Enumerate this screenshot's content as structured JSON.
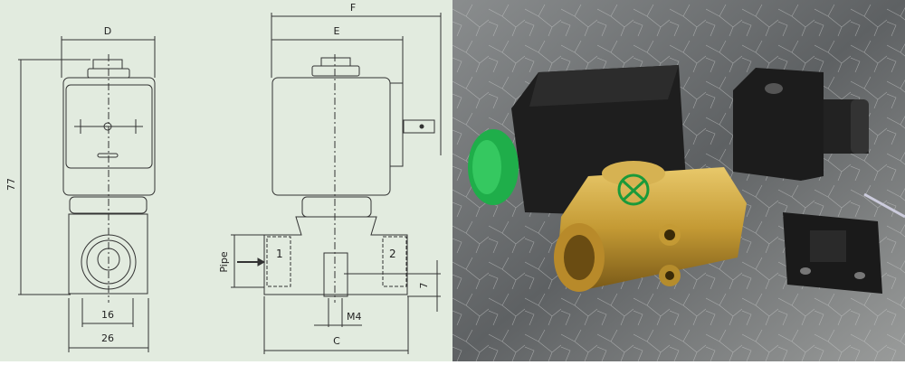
{
  "drawing": {
    "dimensions": {
      "d": "D",
      "e": "E",
      "f": "F",
      "c": "C",
      "height": "77",
      "port_spacing": "16",
      "body_width": "26",
      "pipe": "Pipe",
      "mount_thread": "M4",
      "mount_offset": "7",
      "port_in": "1",
      "port_out": "2"
    }
  },
  "photo": {
    "colors": {
      "brass": "#c9a23c",
      "coil": "#1e1e1e",
      "cap": "#1fae4a",
      "glass": "#5f6264",
      "logo": "#1a9a3a"
    }
  }
}
